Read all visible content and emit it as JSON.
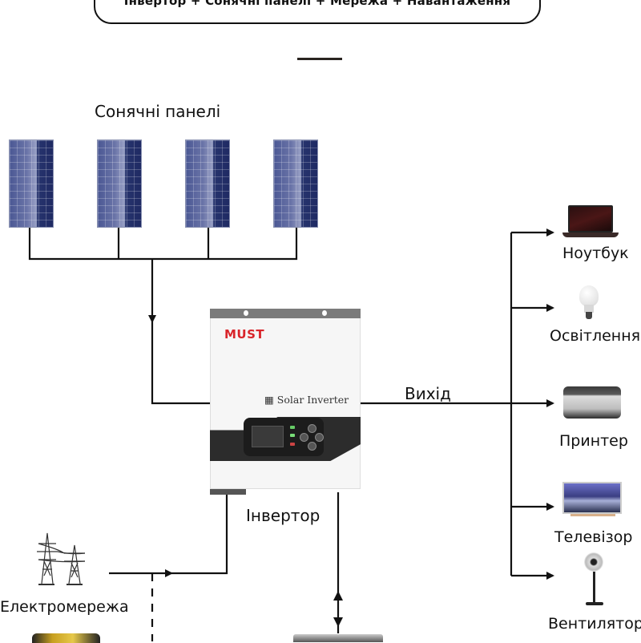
{
  "header": {
    "title": "Інвертор + Сонячні панелі + Мережа + Навантаження"
  },
  "solar": {
    "label": "Сонячні панелі",
    "panel_count": 4,
    "panel_icon": "solar-panel-icon"
  },
  "inverter": {
    "label": "Інвертор",
    "brand": "MUST",
    "model_text": "Solar Inverter",
    "output_label": "Вихід"
  },
  "grid": {
    "label": "Електромережа",
    "icon": "power-tower-icon"
  },
  "loads": [
    {
      "label": "Ноутбук",
      "icon": "laptop-icon"
    },
    {
      "label": "Освітлення",
      "icon": "light-bulb-icon"
    },
    {
      "label": "Принтер",
      "icon": "printer-icon"
    },
    {
      "label": "Телевізор",
      "icon": "tv-icon"
    },
    {
      "label": "Вентилятор",
      "icon": "fan-icon"
    }
  ],
  "colors": {
    "line": "#111111",
    "brand_red": "#d9252b",
    "panel_blue": "#2b3670"
  }
}
